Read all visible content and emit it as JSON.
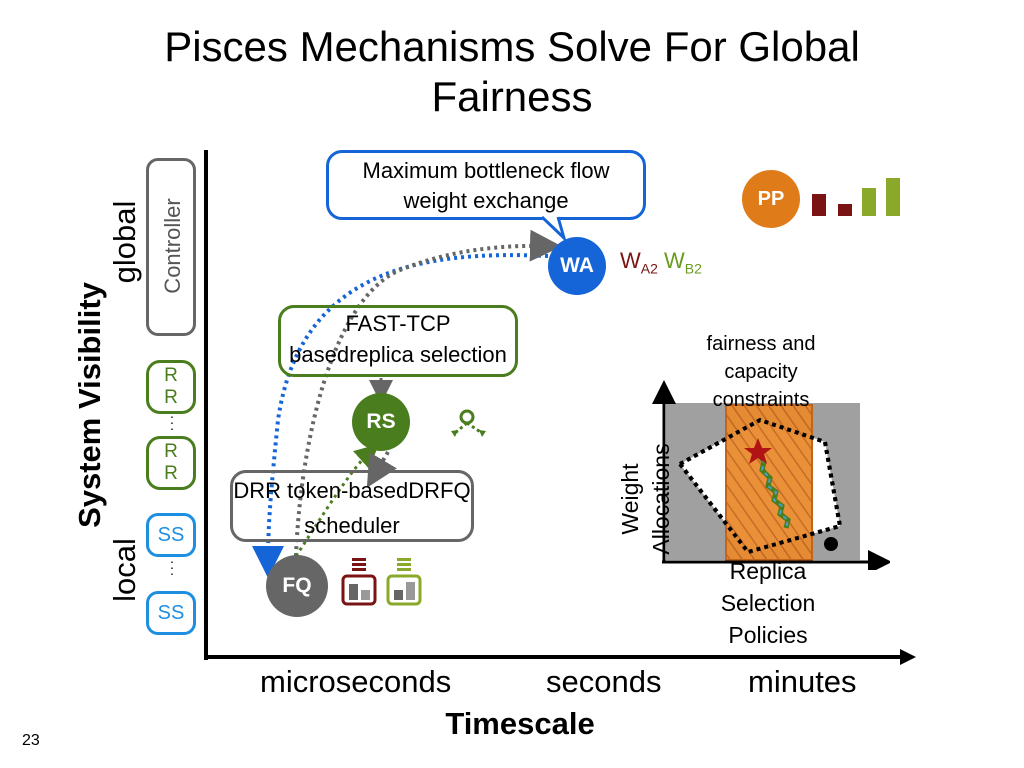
{
  "slide": {
    "title_line1": "Pisces Mechanisms Solve For Global",
    "title_line2": "Fairness",
    "page_number": "23"
  },
  "axes": {
    "y_title": "System Visibility",
    "y_global": "global",
    "y_local": "local",
    "x_title": "Timescale",
    "x_ticks": [
      "microseconds",
      "seconds",
      "minutes"
    ]
  },
  "left_boxes": {
    "controller": "Controller",
    "rr_label_1": "R",
    "rr_label_2": "R",
    "ss_label": "SS"
  },
  "callouts": {
    "wa": "Maximum bottleneck flow weight exchange",
    "rs": "FAST-TCP basedreplica selection",
    "fq": "DRR token-basedDRFQ scheduler"
  },
  "nodes": {
    "wa": "WA",
    "rs": "RS",
    "fq": "FQ",
    "pp": "PP"
  },
  "weights": {
    "w": "W",
    "a2": "A2",
    "b2": "B2"
  },
  "inset": {
    "constraints": "fairness and capacity constraints",
    "y_label": "Weight Allocations",
    "x_label": "Replica Selection Policies"
  },
  "colors": {
    "blue": "#1565d8",
    "green": "#4a7d1e",
    "gray": "#666666",
    "orange": "#e07b1a",
    "dark_red": "#7a1414",
    "light_green": "#6a9a1e",
    "ss_blue": "#1e8fe0"
  }
}
